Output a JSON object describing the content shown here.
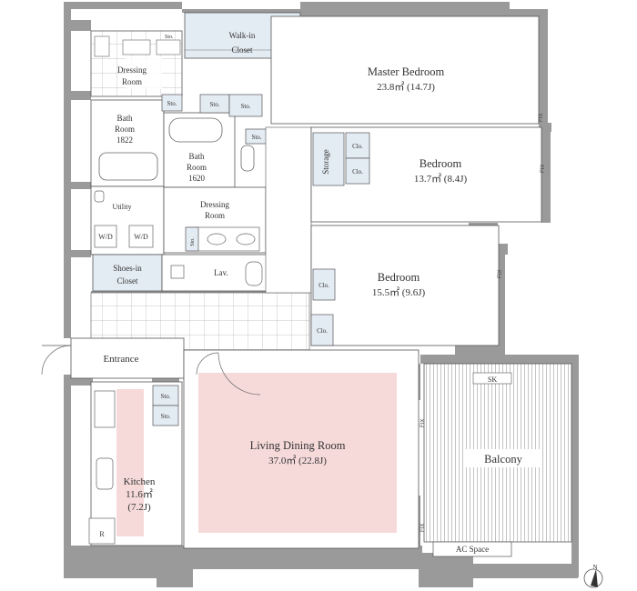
{
  "colors": {
    "wall": "#9a9a9a",
    "wall_dark": "#7d7d7d",
    "line": "#555555",
    "storage_fill": "#e4ecf3",
    "living_fill": "#f6dada",
    "kitchen_fill": "#f6dada",
    "tile_line": "#b5b5b5"
  },
  "rooms": {
    "master_bedroom": {
      "name": "Master Bedroom",
      "area": "23.8㎡ (14.7J)"
    },
    "bedroom_2": {
      "name": "Bedroom",
      "area": "13.7㎡ (8.4J)"
    },
    "bedroom_3": {
      "name": "Bedroom",
      "area": "15.5㎡ (9.6J)"
    },
    "living": {
      "name": "Living Dining Room",
      "area": "37.0㎡ (22.8J)"
    },
    "kitchen": {
      "name": "Kitchen",
      "area": "11.6㎡",
      "tatami": "(7.2J)"
    },
    "balcony": {
      "name": "Balcony"
    },
    "walk_in": {
      "line1": "Walk-in",
      "line2": "Closet"
    },
    "dressing_room_1": {
      "line1": "Dressing",
      "line2": "Room"
    },
    "dressing_room_2": {
      "line1": "Dressing",
      "line2": "Room"
    },
    "bath_room_1": {
      "line1": "Bath",
      "line2": "Room",
      "line3": "1822"
    },
    "bath_room_2": {
      "line1": "Bath",
      "line2": "Room",
      "line3": "1620"
    },
    "utility": {
      "name": "Utility"
    },
    "shoes_in": {
      "line1": "Shoes-in",
      "line2": "Closet"
    },
    "entrance": {
      "name": "Entrance"
    },
    "lav": {
      "name": "Lav."
    },
    "storage": {
      "name": "Storage"
    },
    "ac_space": {
      "name": "AC Space"
    }
  },
  "labels": {
    "sto": "Sto.",
    "clo": "Clo.",
    "wd": "W/D",
    "sk": "SK",
    "fix": "FIX",
    "r": "R",
    "north": "N"
  }
}
